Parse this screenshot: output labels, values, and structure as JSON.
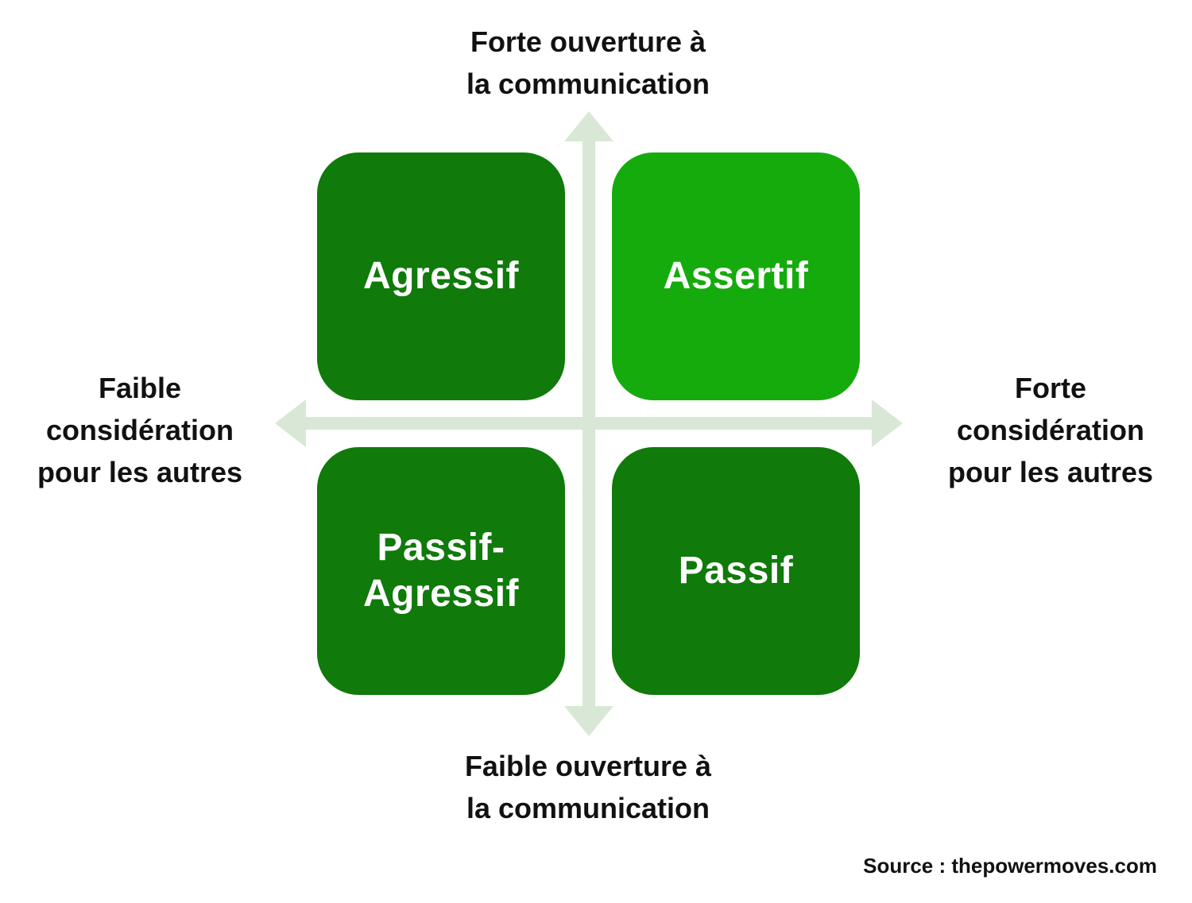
{
  "axes": {
    "color": "#d9e8d6",
    "top_label": "Forte ouverture à\nla communication",
    "bottom_label": "Faible ouverture à\nla communication",
    "left_label": "Faible\nconsidération\npour les autres",
    "right_label": "Forte\nconsidération\npour les autres"
  },
  "quadrants": {
    "top_left": {
      "label": "Agressif",
      "color": "#107a0a"
    },
    "top_right": {
      "label": "Assertif",
      "color": "#15ab0d"
    },
    "bottom_left": {
      "label": "Passif-\nAgressif",
      "color": "#107a0a"
    },
    "bottom_right": {
      "label": "Passif",
      "color": "#107a0a"
    }
  },
  "source": "Source : thepowermoves.com"
}
